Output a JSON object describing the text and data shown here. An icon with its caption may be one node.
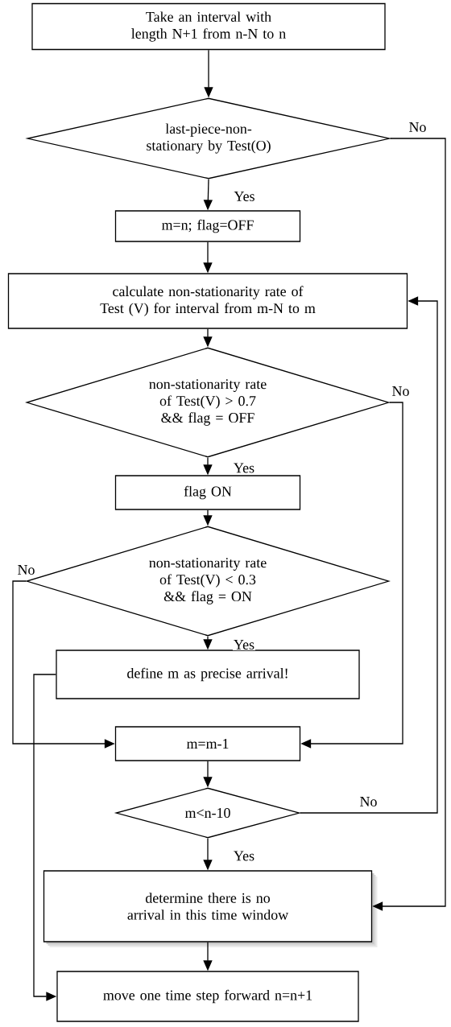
{
  "diagram": {
    "nodes": [
      {
        "text": [
          "Take an interval with length N+1 from n-N to n"
        ]
      },
      {
        "text": [
          "last-piece-non-stationary by Test(O)"
        ]
      },
      {
        "text": [
          "m=n; flag=OFF"
        ]
      },
      {
        "text": [
          "calculate non-stationarity rate of Test (V) for interval from m-N to m"
        ]
      },
      {
        "text": [
          "non-stationarity rate of Test(V) > 0.7 && flag = OFF"
        ]
      },
      {
        "text": [
          "flag ON"
        ]
      },
      {
        "text": [
          "non-stationarity rate of Test(V) < 0.3 && flag  = ON"
        ]
      },
      {
        "text": [
          "define m as precise arrival!"
        ]
      },
      {
        "text": [
          "m=m-1"
        ]
      },
      {
        "text": [
          "m<n-10"
        ]
      },
      {
        "text": [
          "determine there is no arrival in this time window"
        ]
      },
      {
        "text": [
          "move one time step forward n=n+1"
        ]
      }
    ],
    "edges": [
      {
        "from": 0,
        "to": 1,
        "arrow": "to"
      },
      {
        "from": 1,
        "to": 2,
        "arrow": "to",
        "label": "Yes"
      },
      {
        "from": 1,
        "to": 10,
        "arrow": "to",
        "label": "No"
      },
      {
        "from": 2,
        "to": 3,
        "arrow": "to"
      },
      {
        "from": 3,
        "to": 4,
        "arrow": "to"
      },
      {
        "from": 4,
        "to": 5,
        "arrow": "to",
        "label": "Yes"
      },
      {
        "from": 4,
        "to": 8,
        "arrow": "to",
        "label": "No"
      },
      {
        "from": 5,
        "to": 6,
        "arrow": "to"
      },
      {
        "from": 6,
        "to": 7,
        "arrow": "to",
        "label": "Yes"
      },
      {
        "from": 6,
        "to": 8,
        "arrow": "to",
        "label": "No"
      },
      {
        "from": 7,
        "to": 11,
        "arrow": "to"
      },
      {
        "from": 8,
        "to": 9,
        "arrow": "to"
      },
      {
        "from": 9,
        "to": 3,
        "arrow": "to",
        "label": "No"
      },
      {
        "from": 9,
        "to": 10,
        "arrow": "to",
        "label": "Yes"
      },
      {
        "from": 10,
        "to": 11,
        "arrow": "to"
      }
    ]
  }
}
